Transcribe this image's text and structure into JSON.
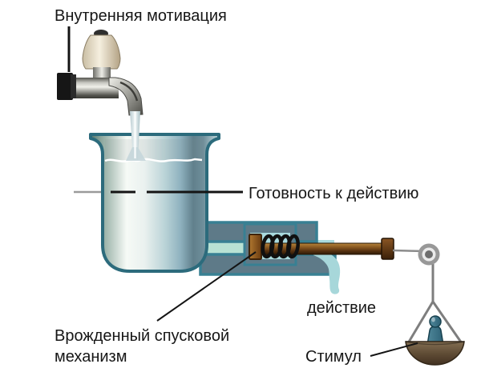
{
  "labels": {
    "internal_motivation": "Внутренняя мотивация",
    "readiness_for_action": "Готовность к действию",
    "action": "действие",
    "innate_release_mechanism_line1": "Врожденный спусковой",
    "innate_release_mechanism_line2": "механизм",
    "stimulus": "Стимул"
  },
  "colors": {
    "background": "#ffffff",
    "beaker_outline_teal": "#2c6b7c",
    "pipe_slate": "#5e7a88",
    "pipe_teal_border": "#388093",
    "water_light_blue": "#a9dade",
    "water_channel_green": "#b9e2d4",
    "rod_brown": "#8a5a22",
    "spring_black": "#101010",
    "string_gray": "#7e7e7e",
    "pan_brown": "#5d4a33",
    "weight_teal": "#3e7488",
    "faucet_knob_cream": "#f0e9d8",
    "label_text": "#161616"
  }
}
